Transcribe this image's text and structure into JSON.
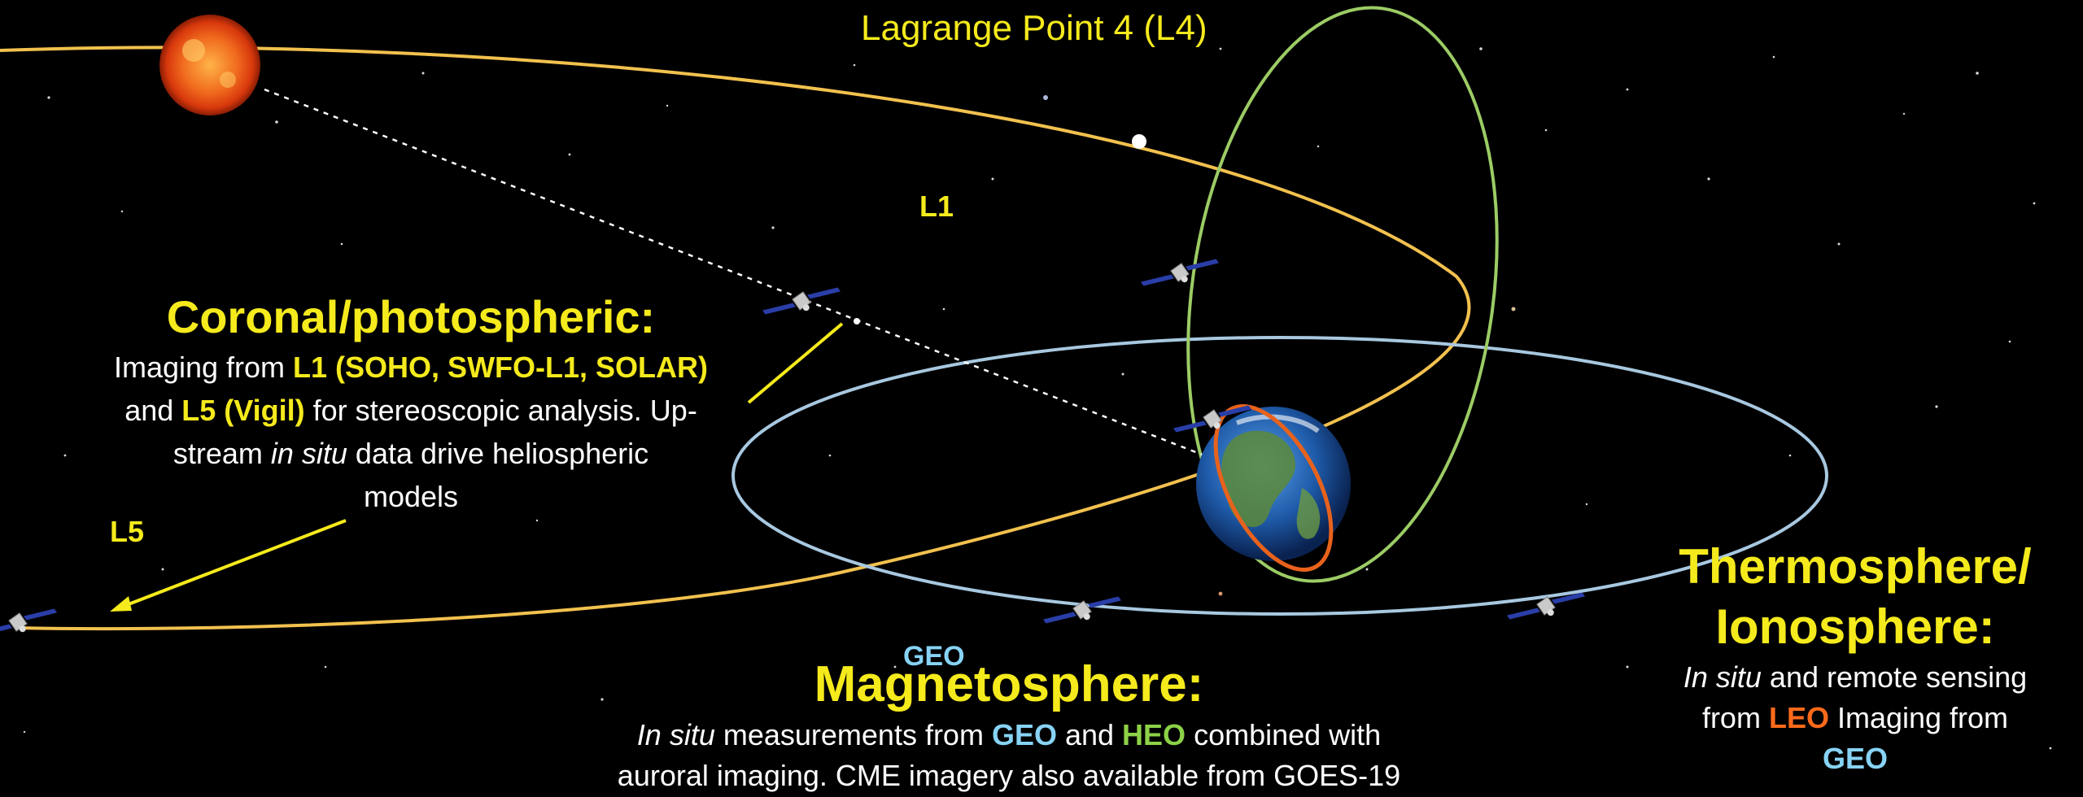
{
  "labels": {
    "l4": "Lagrange Point 4 (L4)",
    "l1": "L1",
    "l5": "L5",
    "geo": "GEO"
  },
  "coronal": {
    "title": "Coronal/photospheric:",
    "t1": "Imaging from ",
    "l1_craft": "L1 (SOHO, SWFO-L1, SOLAR)",
    "t2": "and ",
    "l5_craft": "L5 (Vigil)",
    "t3": " for stereoscopic analysis. Up-",
    "t4": "stream ",
    "t5": "in situ",
    "t6": " data drive heliospheric",
    "t7": "models"
  },
  "magneto": {
    "title": "Magnetosphere:",
    "t1": "In situ",
    "t2": " measurements from ",
    "geo": "GEO",
    "t3": " and ",
    "heo": "HEO",
    "t4": " combined with",
    "t5": "auroral imaging. CME imagery also available from GOES-19"
  },
  "thermo": {
    "title1": "Thermosphere/",
    "title2": "Ionosphere:",
    "t1": "In situ",
    "t2": " and remote sensing",
    "t3": "from ",
    "leo": "LEO",
    "t4": " Imaging from",
    "geo": "GEO"
  },
  "colors": {
    "sun_orbit": "#f2c14e",
    "heo_orbit": "#9ccc65",
    "geo_orbit": "#a8c8e0",
    "leo_orbit": "#e8621c",
    "label_yellow": "#f5ea1c"
  },
  "icons": [
    "sun-icon",
    "earth-icon",
    "satellite-icon",
    "l4-point-icon"
  ]
}
